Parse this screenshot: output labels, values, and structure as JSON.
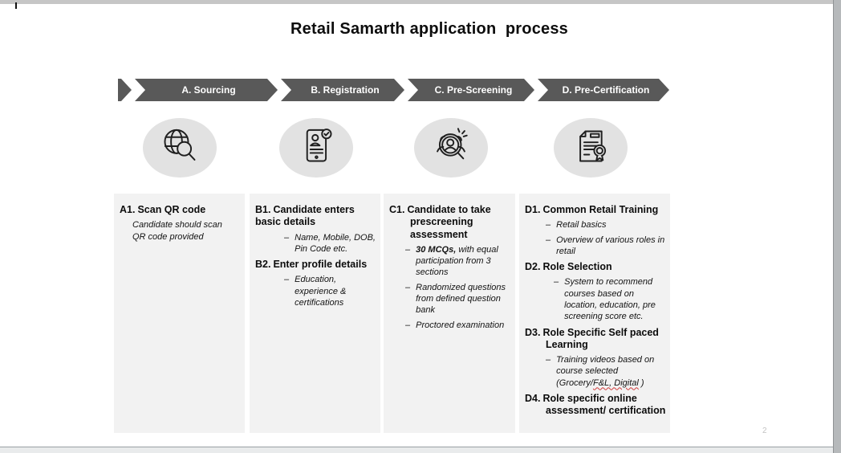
{
  "slide": {
    "title": "Retail Samarth application  process",
    "page_number": "2",
    "bullet_dash": "–",
    "colors": {
      "chevron": "#595959",
      "panel_bg": "#f2f2f2",
      "icon_circle_bg": "#e2e2e2",
      "chevron_text": "#ffffff",
      "spellcheck_underline": "#d03a3a"
    }
  },
  "stages": [
    {
      "label": "A. Sourcing",
      "icon": "globe-search-icon",
      "items": [
        {
          "num": "A1.",
          "title": "Scan QR code",
          "note": "Candidate should scan QR code provided"
        }
      ]
    },
    {
      "label": "B. Registration",
      "icon": "phone-profile-check-icon",
      "items": [
        {
          "num": "B1.",
          "title": "Candidate enters basic details",
          "bullets": [
            {
              "text": "Name, Mobile, DOB, Pin Code etc."
            }
          ]
        },
        {
          "num": "B2.",
          "title": "Enter profile details",
          "bullets": [
            {
              "text": "Education, experience & certifications"
            }
          ]
        }
      ]
    },
    {
      "label": "C. Pre-Screening",
      "icon": "people-search-icon",
      "items": [
        {
          "num": "C1.",
          "title": "Candidate to take prescreening assessment",
          "bullets": [
            {
              "bold": "30 MCQs,",
              "text": " with equal participation from 3 sections"
            },
            {
              "text": "Randomized questions from defined question bank"
            },
            {
              "text": "Proctored examination"
            }
          ]
        }
      ]
    },
    {
      "label": "D. Pre-Certification",
      "icon": "certificate-ribbon-icon",
      "items": [
        {
          "num": "D1.",
          "title": "Common Retail Training",
          "bullets": [
            {
              "text": "Retail basics"
            },
            {
              "text": "Overview of various roles in retail"
            }
          ]
        },
        {
          "num": "D2.",
          "title": "Role Selection",
          "bullets": [
            {
              "text": "System to recommend courses based on location, education, pre screening score etc."
            }
          ]
        },
        {
          "num": "D3.",
          "title": "Role Specific Self paced Learning",
          "bullets": [
            {
              "pre": "Training videos based on course selected (Grocery/",
              "misspelled": "F&L, Digital",
              "post": " )"
            }
          ]
        },
        {
          "num": "D4.",
          "title": "Role specific online assessment/ certification",
          "bullets": []
        }
      ]
    }
  ]
}
